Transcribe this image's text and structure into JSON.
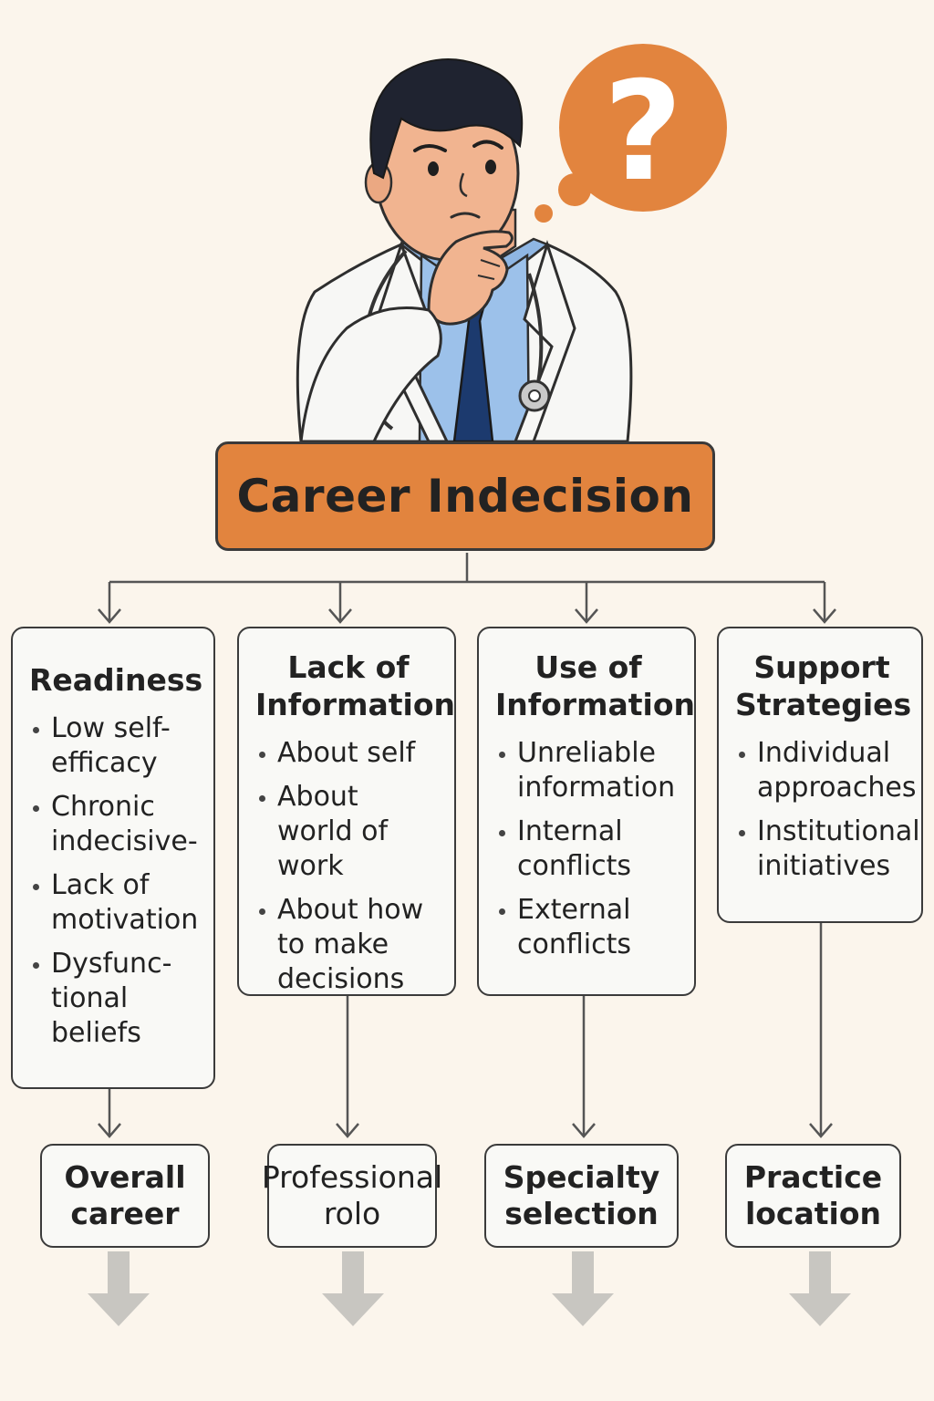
{
  "title": "Career Indecision",
  "speech_bubble_symbol": "?",
  "colors": {
    "accent": "#e2843e",
    "background": "#fbf5ec",
    "box_fill": "#f9f9f6",
    "outline": "#3b3b3b",
    "down_arrow": "#c8c6c1"
  },
  "columns": [
    {
      "heading": "Readiness",
      "items": [
        "Low self-efficacy",
        "Chronic indecisive-",
        "Lack of motivation",
        "Dysfunc-tional beliefs"
      ],
      "outcome": "Overall\ncareer"
    },
    {
      "heading": "Lack of Information",
      "items": [
        "About self",
        "About world of work",
        "About how to make decisions"
      ],
      "outcome": "Professional\nrolo"
    },
    {
      "heading": "Use of Information",
      "items": [
        "Unreliable information",
        "Internal conflicts",
        "External conflicts"
      ],
      "outcome": "Specialty\nselection"
    },
    {
      "heading": "Support Strategies",
      "items": [
        "Individual approaches",
        "Institutional initiatives"
      ],
      "outcome": "Practice\nlocation"
    }
  ]
}
